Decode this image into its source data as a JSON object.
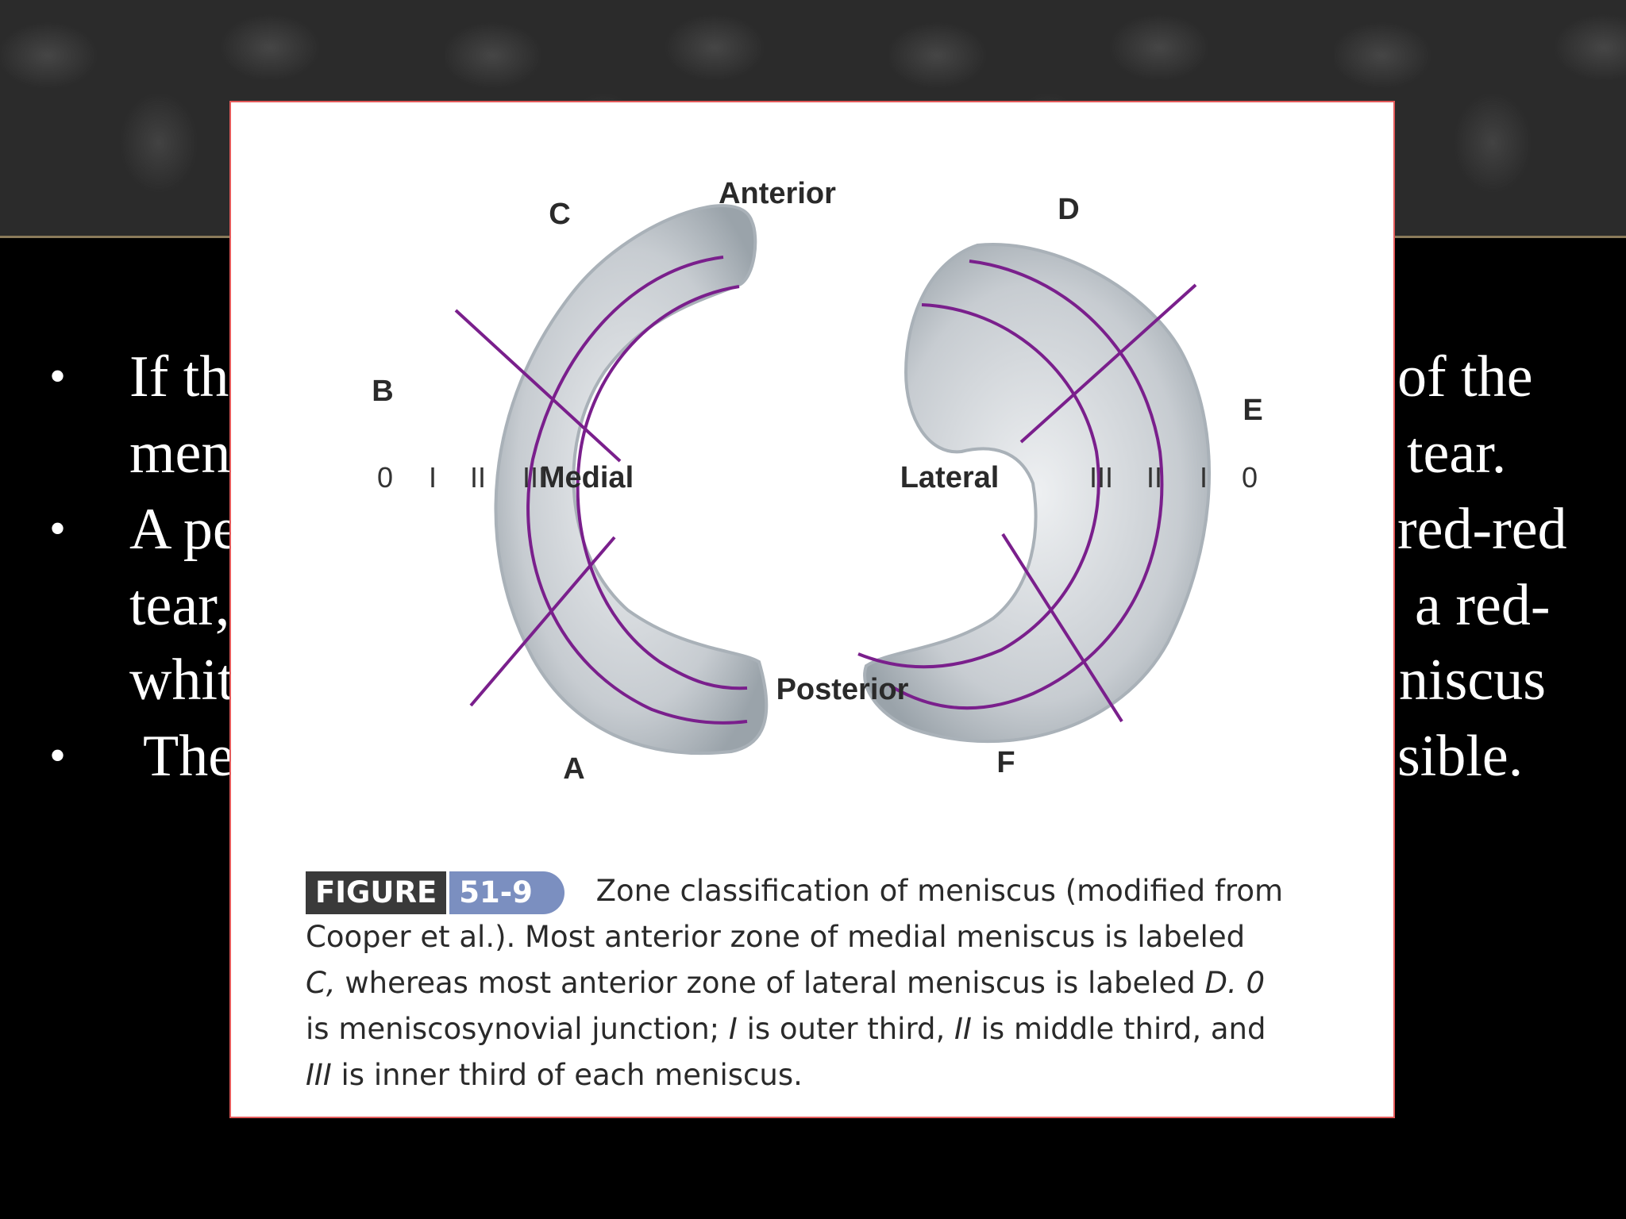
{
  "slide": {
    "bullets": [
      {
        "lines": [
          "If th",
          "men"
        ],
        "right_lines": [
          "of the",
          "tear."
        ]
      },
      {
        "lines": [
          "A pe",
          "tear,",
          "whit"
        ],
        "right_lines": [
          "red-red",
          "a red-",
          "niscus"
        ]
      },
      {
        "lines": [
          "The"
        ],
        "right_lines": [
          "sible."
        ]
      }
    ],
    "bullet_symbol": "•"
  },
  "figure": {
    "labels": {
      "anterior": "Anterior",
      "posterior": "Posterior",
      "medial": "Medial",
      "lateral": "Lateral",
      "zone_a": "A",
      "zone_b": "B",
      "zone_c": "C",
      "zone_d": "D",
      "zone_e": "E",
      "zone_f": "F",
      "zone_0": "0",
      "zone_1": "I",
      "zone_2": "II",
      "zone_3": "III"
    },
    "caption": {
      "badge_word": "FIGURE",
      "badge_number": "51-9",
      "line1": "Zone classification of meniscus (modified from",
      "line2": "Cooper et al.). Most anterior zone of medial meniscus is labeled",
      "line3_a": "C,",
      "line3_b": " whereas most anterior zone of lateral meniscus is labeled ",
      "line3_c": "D. 0",
      "line4_a": "is meniscosynovial junction; ",
      "line4_b": "I",
      "line4_c": " is outer third, ",
      "line4_d": "II",
      "line4_e": " is middle third, and",
      "line5_a": "III",
      "line5_b": " is inner third of each meniscus."
    },
    "colors": {
      "meniscus_fill": "#c9ced2",
      "zone_line": "#7a1f8c",
      "border": "#e35a5a"
    }
  }
}
